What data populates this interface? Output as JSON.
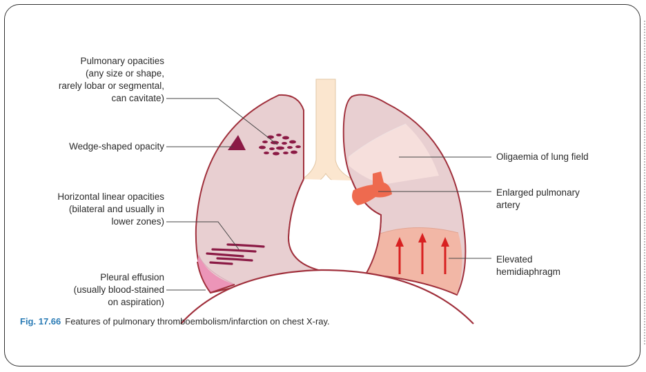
{
  "labels": {
    "pulmonary_opacities": "Pulmonary opacities\n(any size or shape,\nrarely lobar or segmental,\ncan cavitate)",
    "wedge_shaped": "Wedge-shaped opacity",
    "horizontal_linear": "Horizontal linear opacities\n(bilateral and usually in\nlower zones)",
    "pleural_effusion": "Pleural effusion\n(usually blood-stained\non aspiration)",
    "oligaemia": "Oligaemia of lung field",
    "enlarged_artery": "Enlarged pulmonary\nartery",
    "elevated_hemidiaphragm": "Elevated\nhemidiaphragm"
  },
  "caption": {
    "figure_number": "Fig. 17.66",
    "text": "Features of pulmonary thromboembolism/infarction on chest X-ray."
  },
  "colors": {
    "lung_fill": "#e8cfd1",
    "lung_outline": "#a0303c",
    "trachea": "#fbe6cf",
    "oligaemia": "#f6dfdc",
    "effusion": "#ec95b8",
    "artery": "#ee6a4f",
    "hemidiaphragm": "#f2b7a6",
    "arrow": "#d82020",
    "opacity_dark": "#8b1a45",
    "leader_line": "#444444",
    "figure_blue": "#2a7bb5"
  }
}
